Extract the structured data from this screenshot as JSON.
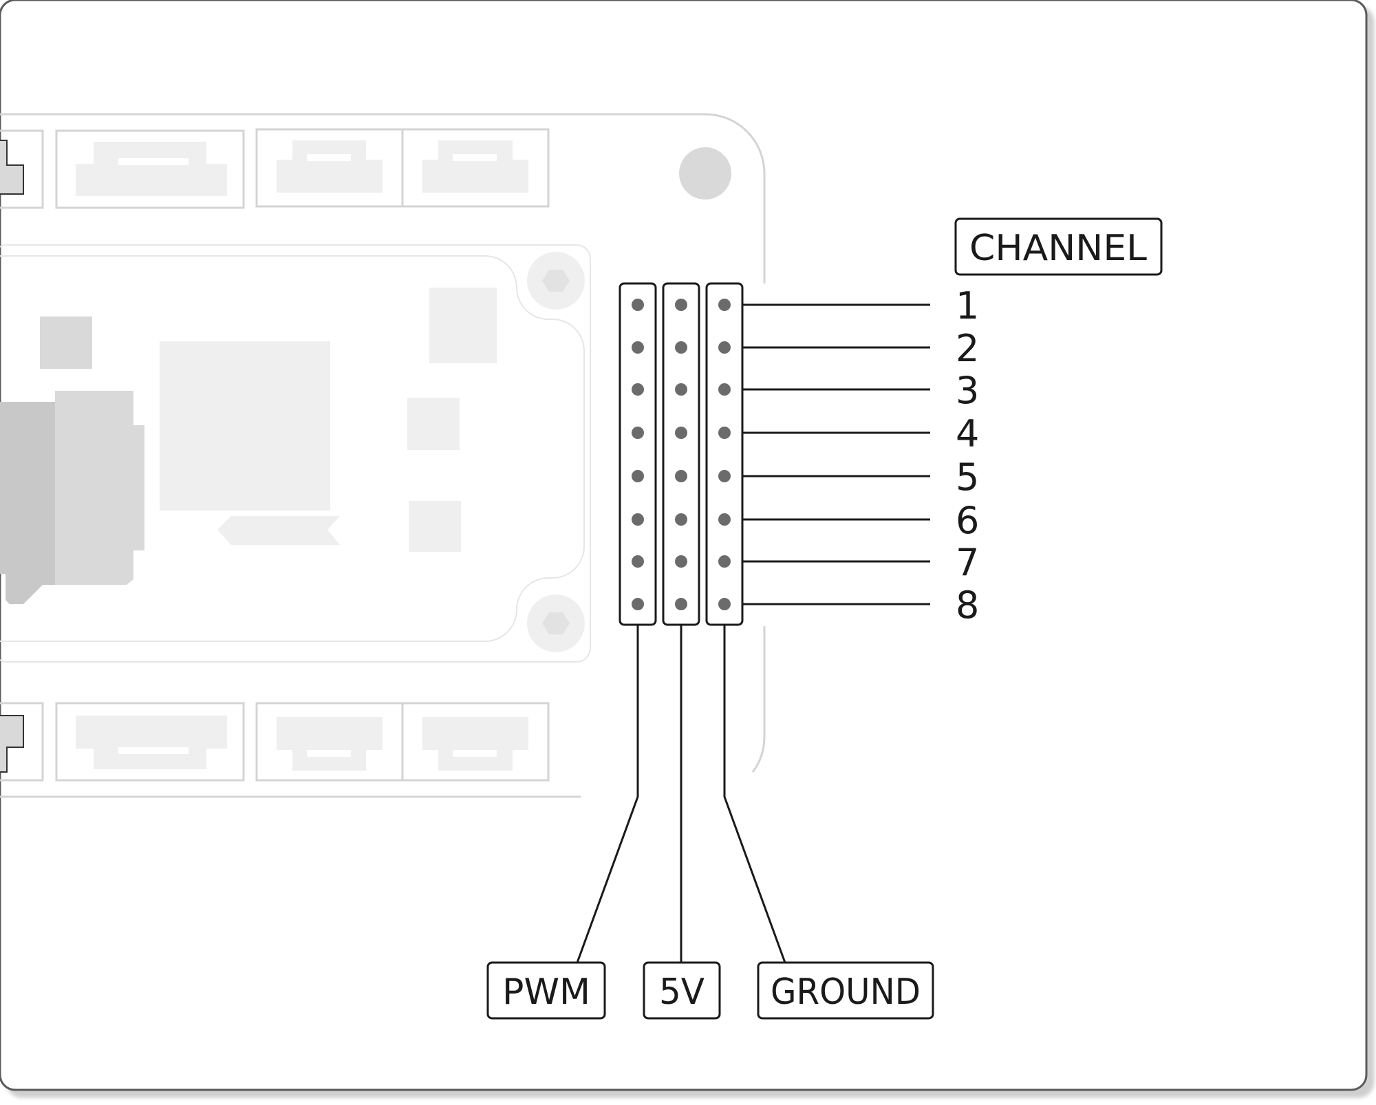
{
  "diagram": {
    "channel_header": "CHANNEL",
    "channels": [
      "1",
      "2",
      "3",
      "4",
      "5",
      "6",
      "7",
      "8"
    ],
    "pin_labels": {
      "pwm": "PWM",
      "v5": "5V",
      "ground": "GROUND"
    }
  },
  "colors": {
    "board_outline": "#d4d4d4",
    "component_fill": "#efefef",
    "component_dark": "#d9d9d9",
    "pin_dot": "#6b6b6b",
    "line": "#1a1a1a"
  }
}
